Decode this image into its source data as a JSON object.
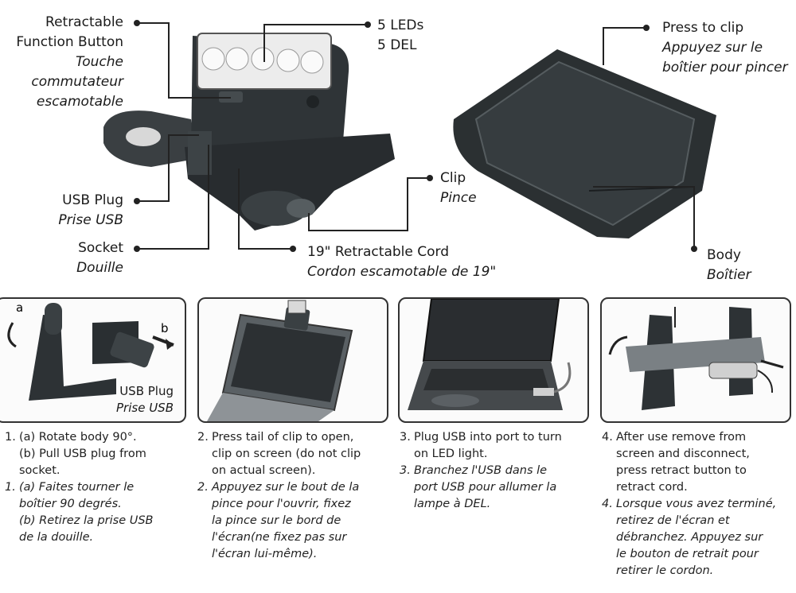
{
  "callouts": {
    "button_en": "Retractable",
    "button_en2": "Function Button",
    "button_fr1": "Touche",
    "button_fr2": "commutateur",
    "button_fr3": "escamotable",
    "leds_en": "5 LEDs",
    "leds_fr": "5 DEL",
    "press_en": "Press to clip",
    "press_fr1": "Appuyez sur le",
    "press_fr2": "boîtier pour pincer",
    "usb_en": "USB Plug",
    "usb_fr": "Prise USB",
    "socket_en": "Socket",
    "socket_fr": "Douille",
    "clip_en": "Clip",
    "clip_fr": "Pince",
    "cord_en": "19\" Retractable Cord",
    "cord_fr": "Cordon escamotable de 19\"",
    "body_en": "Body",
    "body_fr": "Boîtier"
  },
  "panels": {
    "p1_a": "a",
    "p1_b": "b",
    "p1_usb_en": "USB Plug",
    "p1_usb_fr": "Prise USB"
  },
  "steps": [
    {
      "num_en": "1.",
      "en_a": "(a) Rotate body 90°.",
      "en_b": "(b) Pull USB plug from",
      "en_b2": "socket.",
      "num_fr": "1.",
      "fr_a": "(a) Faites tourner le",
      "fr_a2": "boîtier 90 degrés.",
      "fr_b": "(b) Retirez la prise USB",
      "fr_b2": "de la douille."
    },
    {
      "num_en": "2.",
      "en_1": "Press tail of clip to open,",
      "en_2": "clip on screen (do not clip",
      "en_3": "on actual screen).",
      "num_fr": "2.",
      "fr_1": "Appuyez sur le bout de la",
      "fr_2": "pince pour l'ouvrir, fixez",
      "fr_3": "la pince sur le bord de",
      "fr_4": "l'écran(ne fixez pas sur",
      "fr_5": "l'écran lui-même)."
    },
    {
      "num_en": "3.",
      "en_1": "Plug USB into port to turn",
      "en_2": "on LED light.",
      "num_fr": "3.",
      "fr_1": "Branchez l'USB dans le",
      "fr_2": "port USB pour allumer la",
      "fr_3": "lampe à DEL."
    },
    {
      "num_en": "4.",
      "en_1": "After use remove from",
      "en_2": "screen and disconnect,",
      "en_3": "press retract button to",
      "en_4": "retract cord.",
      "num_fr": "4.",
      "fr_1": "Lorsque vous avez terminé,",
      "fr_2": "retirez de l'écran et",
      "fr_3": "débranchez. Appuyez sur",
      "fr_4": "le bouton de retrait pour",
      "fr_5": "retirer le cordon."
    }
  ],
  "colors": {
    "device_body": "#2e3336",
    "device_dark": "#1f2325",
    "led_white": "#f2f2f2",
    "leader_line": "#222222"
  }
}
